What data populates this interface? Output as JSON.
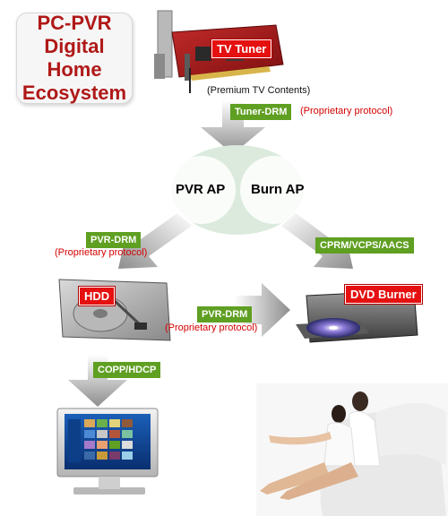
{
  "title": {
    "lines": [
      "PC-PVR",
      "Digital Home",
      "Ecosystem"
    ]
  },
  "devices": {
    "tv_tuner": "TV Tuner",
    "hdd": "HDD",
    "dvd_burner": "DVD Burner"
  },
  "notes": {
    "premium_content": "(Premium TV Contents)"
  },
  "apps": {
    "pvr_ap": "PVR AP",
    "burn_ap": "Burn AP"
  },
  "protocols": {
    "tuner_drm": "Tuner-DRM",
    "tuner_drm_note": "(Proprietary protocol)",
    "pvr_drm_left": "PVR-DRM",
    "pvr_drm_left_note": "(Proprietary protocol)",
    "cprm": "CPRM/VCPS/AACS",
    "pvr_drm_mid": "PVR-DRM",
    "pvr_drm_mid_note": "(Proprietary protocol)",
    "copp": "COPP/HDCP"
  },
  "colors": {
    "title_red": "#b01818",
    "label_red": "#e51010",
    "label_green": "#5f9f22",
    "note_red": "#d40000",
    "ellipse_green": "#dbeadd"
  }
}
